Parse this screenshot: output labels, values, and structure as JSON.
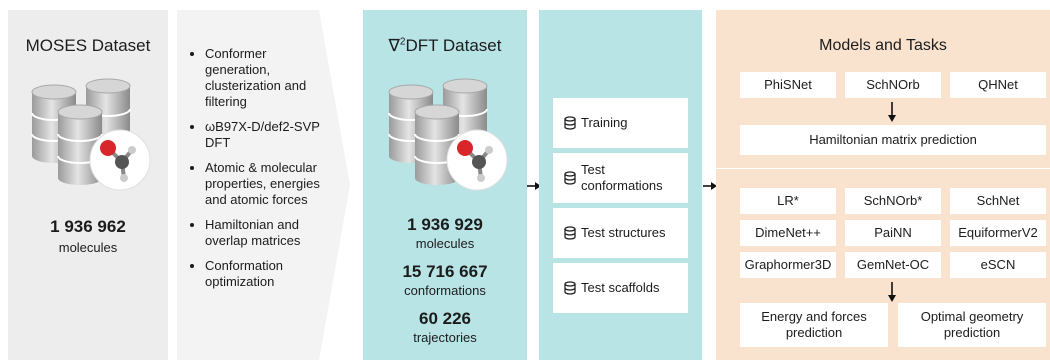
{
  "moses": {
    "title": "MOSES Dataset",
    "count": "1 936 962",
    "count_label": "molecules"
  },
  "steps": [
    "Conformer generation, clusterization and filtering",
    "ωB97X-D/def2-SVP DFT",
    "Atomic & molecular properties, energies and atomic forces",
    "Hamiltonian and overlap matrices",
    "Conformation optimization"
  ],
  "dft": {
    "title_pre": "∇",
    "title_sup": "2",
    "title_post": "DFT Dataset",
    "stats": [
      {
        "value": "1 936 929",
        "label": "molecules"
      },
      {
        "value": "15 716 667",
        "label": "conformations"
      },
      {
        "value": "60 226",
        "label": "trajectories"
      }
    ]
  },
  "splits": [
    "Training",
    "Test conformations",
    "Test structures",
    "Test scaffolds"
  ],
  "models": {
    "title": "Models and Tasks",
    "hamiltonian_models": [
      "PhiSNet",
      "SchNOrb",
      "QHNet"
    ],
    "hamiltonian_task": "Hamiltonian matrix prediction",
    "energy_models": [
      "LR*",
      "SchNOrb*",
      "SchNet",
      "DimeNet++",
      "PaiNN",
      "EquiformerV2",
      "Graphormer3D",
      "GemNet-OC",
      "eSCN"
    ],
    "energy_task": "Energy and forces prediction",
    "geometry_task": "Optimal geometry prediction"
  },
  "colors": {
    "moses_bg": "#ededed",
    "dft_bg": "#b8e4e6",
    "models_bg": "#f9e3cf",
    "oxygen": "#d8262b"
  },
  "icons": [
    "database-icon",
    "molecule-icon",
    "arrow-right-icon",
    "arrow-down-icon"
  ]
}
